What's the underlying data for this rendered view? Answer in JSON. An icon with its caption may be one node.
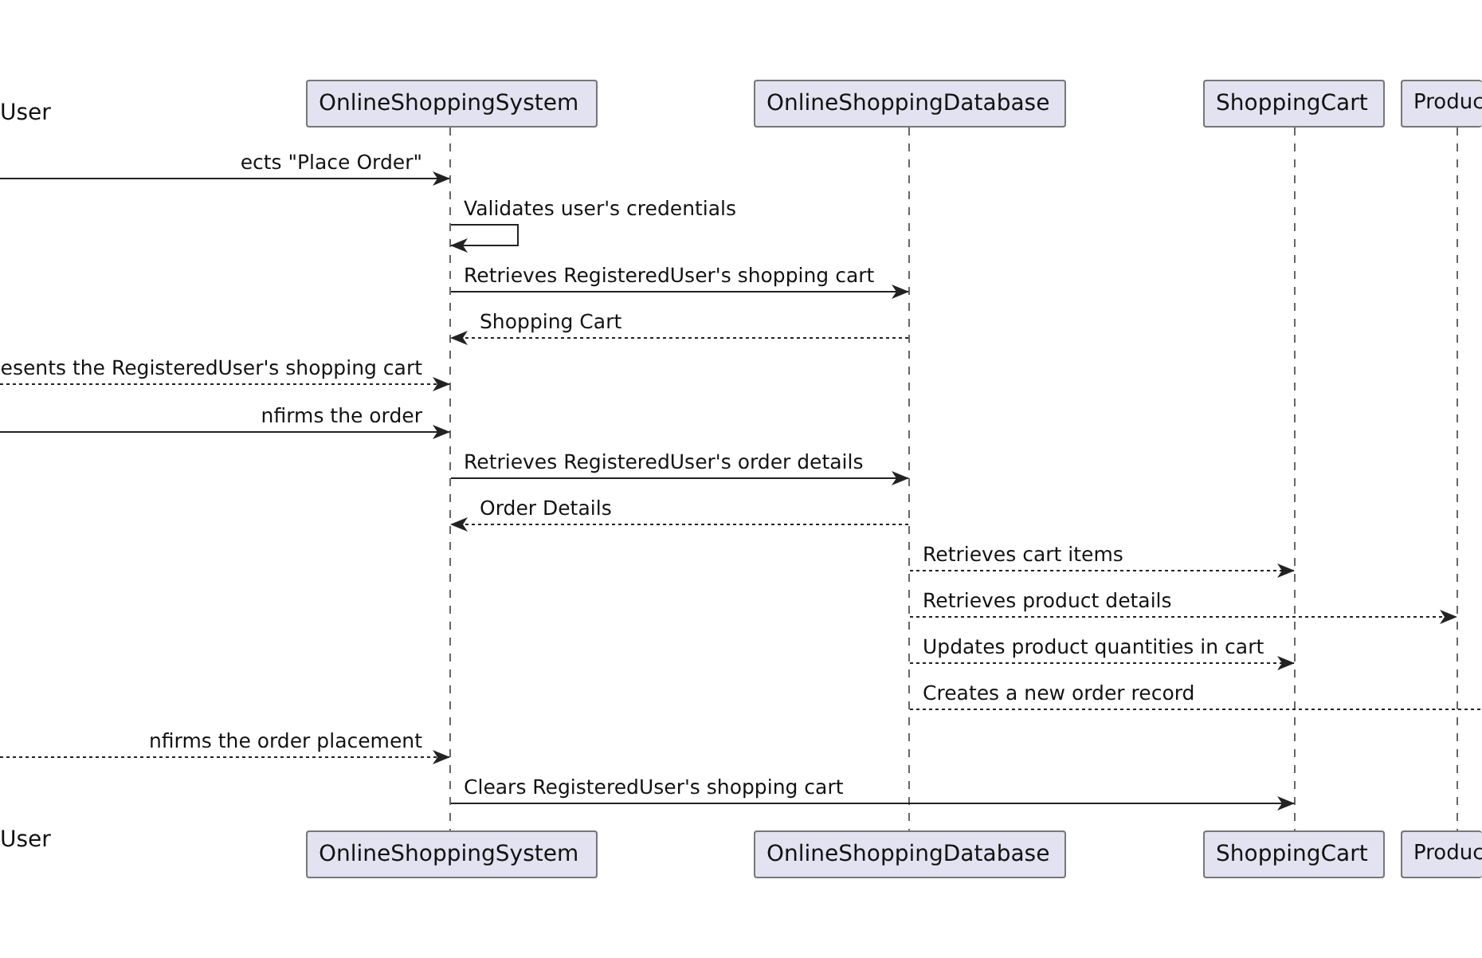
{
  "diagram": {
    "nodes": [
      {
        "text": [
          "User"
        ]
      },
      {
        "text": [
          "OnlineShoppingSystem"
        ]
      },
      {
        "text": [
          "OnlineShoppingDatabase"
        ]
      },
      {
        "text": [
          "ShoppingCart"
        ]
      },
      {
        "text": [
          "Produc"
        ]
      },
      {
        "text": [
          "User"
        ]
      },
      {
        "text": [
          "OnlineShoppingSystem"
        ]
      },
      {
        "text": [
          "OnlineShoppingDatabase"
        ]
      },
      {
        "text": [
          "ShoppingCart"
        ]
      },
      {
        "text": [
          "Produc"
        ]
      },
      {
        "text": [],
        "shape": "bar"
      },
      {
        "text": [],
        "shape": "bar"
      },
      {
        "text": [],
        "shape": "bar"
      },
      {
        "text": [],
        "shape": "bar"
      }
    ],
    "edges": [
      {
        "from": null,
        "to": 10,
        "arrow": "to",
        "label": "ects \"Place Order\""
      },
      {
        "from": 10,
        "to": 10,
        "arrow": "to",
        "label": "Validates user's credentials"
      },
      {
        "from": 10,
        "to": 11,
        "arrow": "to",
        "label": "Retrieves RegisteredUser's shopping cart"
      },
      {
        "from": 11,
        "to": 10,
        "arrow": "to",
        "label": "Shopping Cart",
        "style": "dashed"
      },
      {
        "from": null,
        "to": 10,
        "arrow": "to",
        "label": "esents the RegisteredUser's shopping cart",
        "style": "dashed"
      },
      {
        "from": null,
        "to": 10,
        "arrow": "to",
        "label": "nfirms the order"
      },
      {
        "from": 10,
        "to": 11,
        "arrow": "to",
        "label": "Retrieves RegisteredUser's order details"
      },
      {
        "from": 11,
        "to": 10,
        "arrow": "to",
        "label": "Order Details",
        "style": "dashed"
      },
      {
        "from": 11,
        "to": 12,
        "arrow": "to",
        "label": "Retrieves cart items",
        "style": "dashed"
      },
      {
        "from": 11,
        "to": 13,
        "arrow": "to",
        "label": "Retrieves product details",
        "style": "dashed"
      },
      {
        "from": 11,
        "to": 12,
        "arrow": "to",
        "label": "Updates product quantities in cart",
        "style": "dashed"
      },
      {
        "from": 11,
        "to": null,
        "arrow": "none",
        "label": "Creates a new order record",
        "style": "dashed"
      },
      {
        "from": null,
        "to": 10,
        "arrow": "to",
        "label": "nfirms the order placement",
        "style": "dashed"
      },
      {
        "from": 10,
        "to": 12,
        "arrow": "to",
        "label": "Clears RegisteredUser's shopping cart"
      }
    ]
  }
}
